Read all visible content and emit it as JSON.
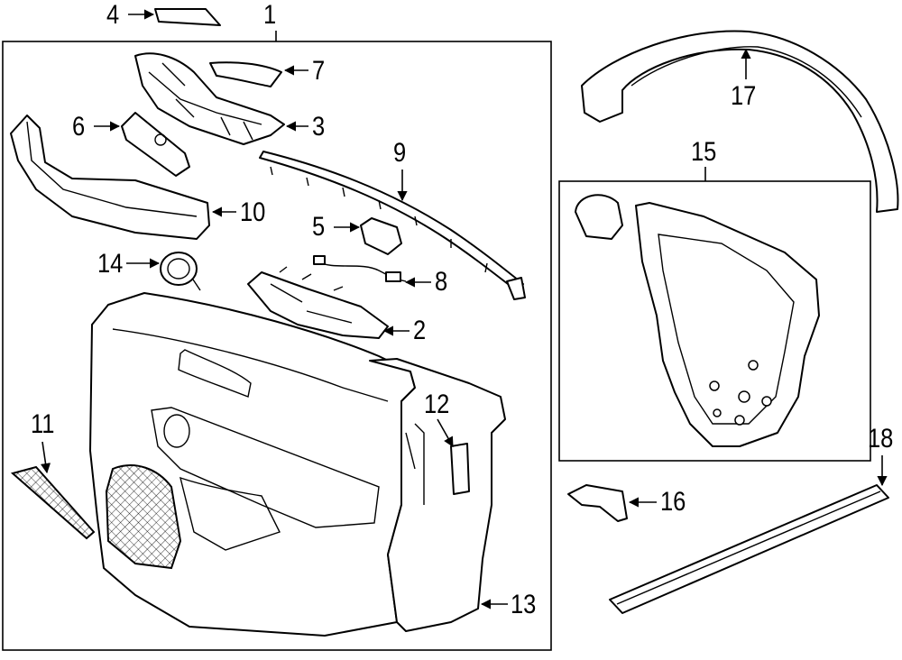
{
  "callouts": {
    "p1": "1",
    "p2": "2",
    "p3": "3",
    "p4": "4",
    "p5": "5",
    "p6": "6",
    "p7": "7",
    "p8": "8",
    "p9": "9",
    "p10": "10",
    "p11": "11",
    "p12": "12",
    "p13": "13",
    "p14": "14",
    "p15": "15",
    "p16": "16",
    "p17": "17",
    "p18": "18"
  }
}
